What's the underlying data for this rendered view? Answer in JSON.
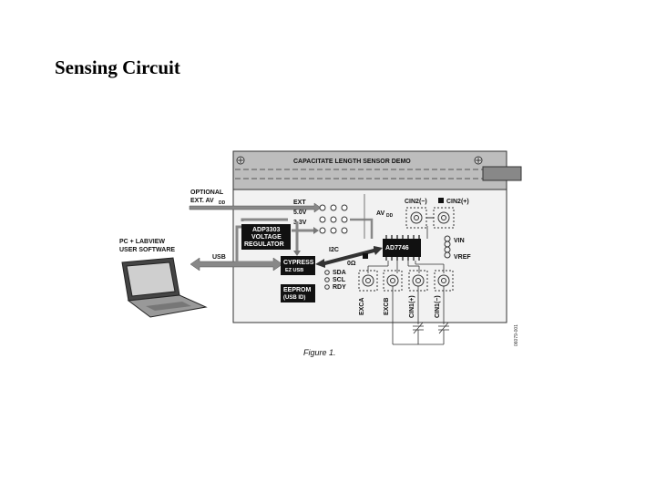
{
  "slide": {
    "title": "Sensing Circuit"
  },
  "diagram": {
    "board_title": "CAPACITATE LENGTH SENSOR DEMO",
    "optional_label_1": "OPTIONAL",
    "optional_label_2": "EXT. AV",
    "optional_sub": "DD",
    "pc_label_1": "PC + LABVIEW",
    "pc_label_2": "USER SOFTWARE",
    "usb_label": "USB",
    "ext_label": "EXT",
    "v5_label": "5.0V",
    "v33_label": "3.3V",
    "regulator": [
      "ADP3303",
      "VOLTAGE",
      "REGULATOR"
    ],
    "cypress": [
      "CYPRESS",
      "EZ USB"
    ],
    "eeprom": [
      "EEPROM",
      "(USB ID)"
    ],
    "i2c_label": "I2C",
    "sda_label": "SDA",
    "scl_label": "SCL",
    "rdy_label": "RDY",
    "zero_ohm": "0Ω",
    "avdd_label": "AV",
    "avdd_sub": "DD",
    "cin2_minus": "CIN2(−)",
    "cin2_plus": "CIN2(+)",
    "chip_label": "AD7746",
    "vin_label": "VIN",
    "vref_label": "VREF",
    "conn_labels": [
      "EXCA",
      "EXCB",
      "CIN1(+)",
      "CIN1(−)"
    ],
    "figure_caption": "Figure 1.",
    "side_code": "06079-001"
  }
}
